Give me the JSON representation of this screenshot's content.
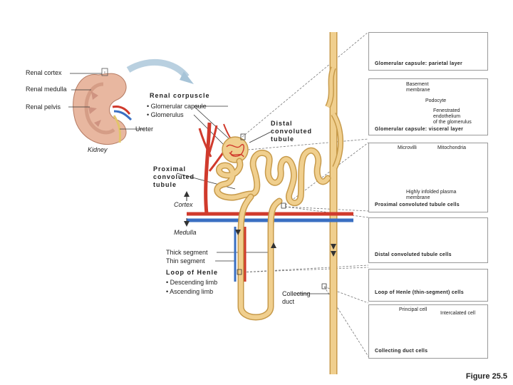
{
  "kidney": {
    "cortex": "Renal cortex",
    "medulla": "Renal medulla",
    "pelvis": "Renal pelvis",
    "ureter": "Ureter",
    "kidney": "Kidney"
  },
  "nephron": {
    "corpuscle": "Renal corpuscle",
    "capsule": "• Glomerular capsule",
    "glomerulus": "• Glomerulus",
    "dct": "Distal\nconvoluted\ntubule",
    "pct": "Proximal\nconvoluted\ntubule",
    "cortex": "Cortex",
    "medulla": "Medulla",
    "thick": "Thick segment",
    "thin": "Thin segment",
    "loop": "Loop of Henle",
    "desc": "• Descending limb",
    "asc": "• Ascending limb",
    "collecting": "Collecting\nduct"
  },
  "panels": {
    "parietal": "Glomerular capsule: parietal layer",
    "basement": "Basement\nmembrane",
    "podocyte": "Podocyte",
    "fenestrated": "Fenestrated\nendothelium\nof the glomerulus",
    "visceral": "Glomerular capsule: visceral layer",
    "microvilli": "Microvilli",
    "mito": "Mitochondria",
    "infolded": "Highly infolded plasma\nmembrane",
    "pct_cells": "Proximal convoluted tubule cells",
    "dct_cells": "Distal convoluted tubule cells",
    "loop_cells": "Loop of Henle (thin-segment) cells",
    "principal": "Principal cell",
    "intercalated": "Intercalated cell",
    "cd_cells": "Collecting duct cells"
  },
  "figure": "Figure 25.5",
  "colors": {
    "tubule": "#f0cf8e",
    "tubule_edge": "#c79a4a",
    "artery": "#d03a2c",
    "vein": "#3a6fc2",
    "kidney": "#e8b7a0",
    "cell": "#f1c48f",
    "nucleus": "#9b5fa4"
  }
}
